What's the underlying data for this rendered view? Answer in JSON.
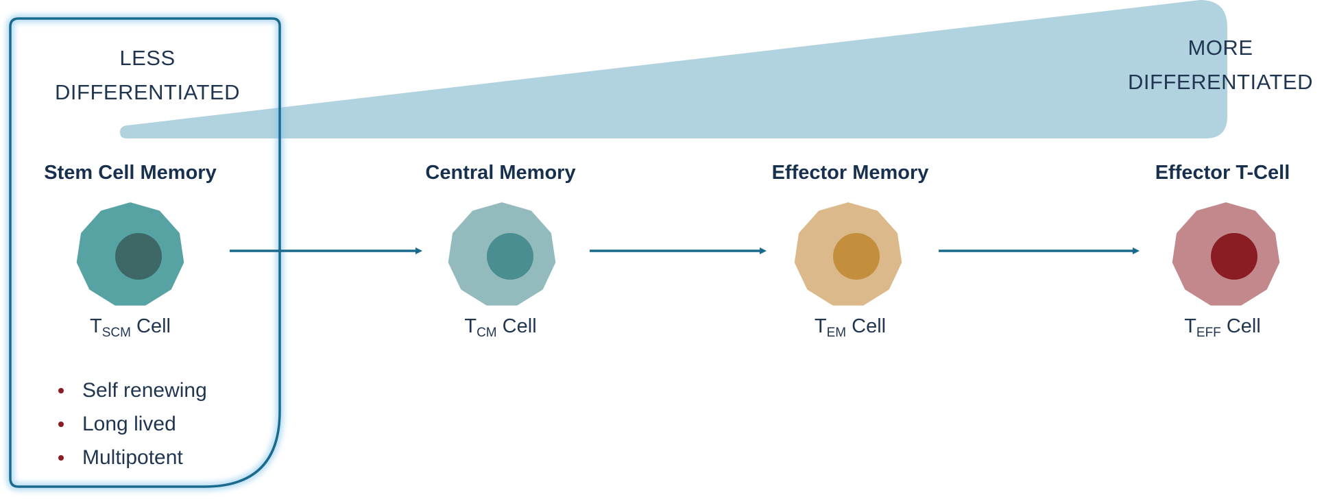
{
  "diagram": {
    "gradient_labels": {
      "left": [
        "LESS",
        "DIFFERENTIATED"
      ],
      "right": [
        "MORE",
        "DIFFERENTIATED"
      ]
    },
    "stages": [
      {
        "title": "Stem Cell Memory",
        "cell_main": "T",
        "cell_sub": "SCM",
        "cell_suffix": " Cell",
        "outer_color": "#57a3a4",
        "nucleus_color": "#3e6866"
      },
      {
        "title": "Central Memory",
        "cell_main": "T",
        "cell_sub": "CM",
        "cell_suffix": " Cell",
        "outer_color": "#93bbbd",
        "nucleus_color": "#4a8e91"
      },
      {
        "title": "Effector Memory",
        "cell_main": "T",
        "cell_sub": "EM",
        "cell_suffix": " Cell",
        "outer_color": "#dcb98a",
        "nucleus_color": "#c38f3d"
      },
      {
        "title": "Effector T-Cell",
        "cell_main": "T",
        "cell_sub": "EFF",
        "cell_suffix": " Cell",
        "outer_color": "#c3888c",
        "nucleus_color": "#8a1c23"
      }
    ],
    "highlight_bullets": [
      "Self renewing",
      "Long lived",
      "Multipotent"
    ],
    "colors": {
      "arrow": "#1a6a8e",
      "wedge": "#b1d2df",
      "highlight_border": "#1a6a8e",
      "bullet": "#8b1c24"
    }
  }
}
